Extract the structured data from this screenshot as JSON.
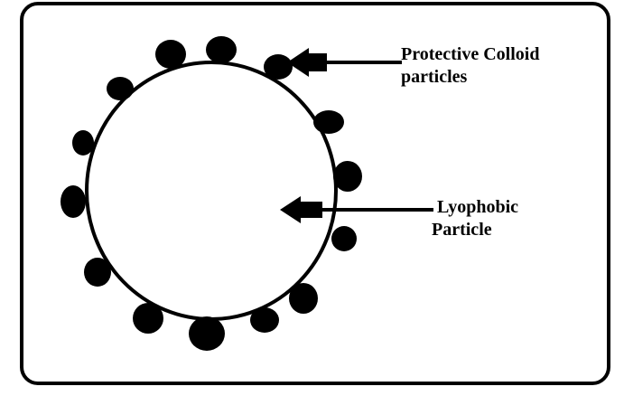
{
  "labels": {
    "protective_line1": "Protective Colloid",
    "protective_line2": "particles",
    "lyophobic_line1": "Lyophobic",
    "lyophobic_line2": "Particle"
  },
  "colors": {
    "stroke": "#000000",
    "background": "#ffffff"
  }
}
